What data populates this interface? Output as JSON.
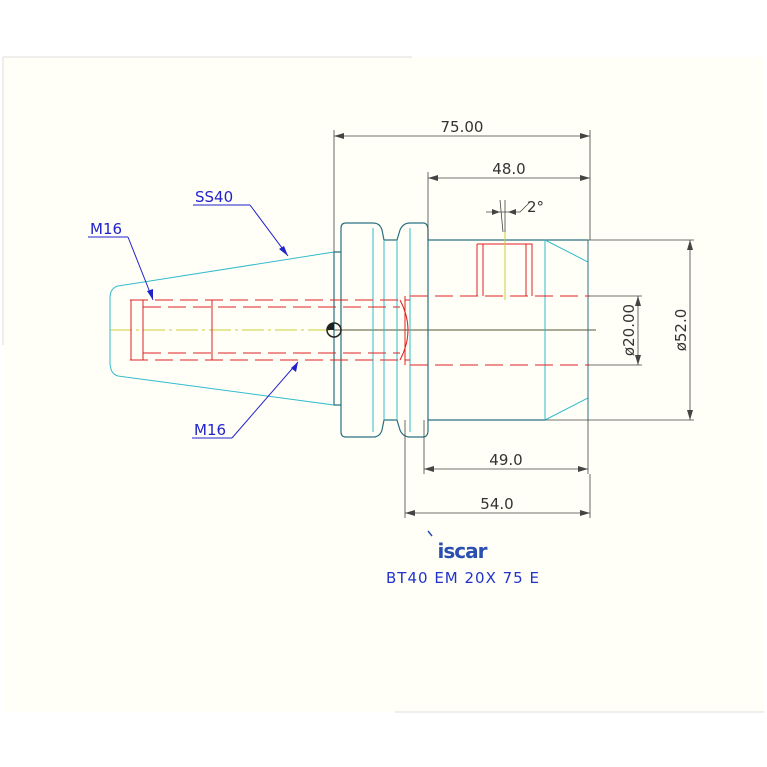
{
  "drawing": {
    "dimensions": {
      "overall_length": "75.00",
      "bore_depth": "48.0",
      "taper_angle": "2°",
      "bore_diameter": "ø20.00",
      "outer_diameter": "ø52.0",
      "length_49": "49.0",
      "length_54": "54.0"
    },
    "callouts": {
      "taper": "SS40",
      "thread_top": "M16",
      "thread_bottom": "M16"
    },
    "logo_text": "iscar",
    "caption": "BT40 EM 20X 75 E"
  },
  "colors": {
    "outline": "#2a7080",
    "taper": "#33bbcc",
    "hidden": "#dd2222",
    "dimension": "#444444",
    "callout": "#2222cc",
    "centerline": "#cccc33",
    "background": "#fffff8",
    "logo": "#2a4fb0"
  }
}
